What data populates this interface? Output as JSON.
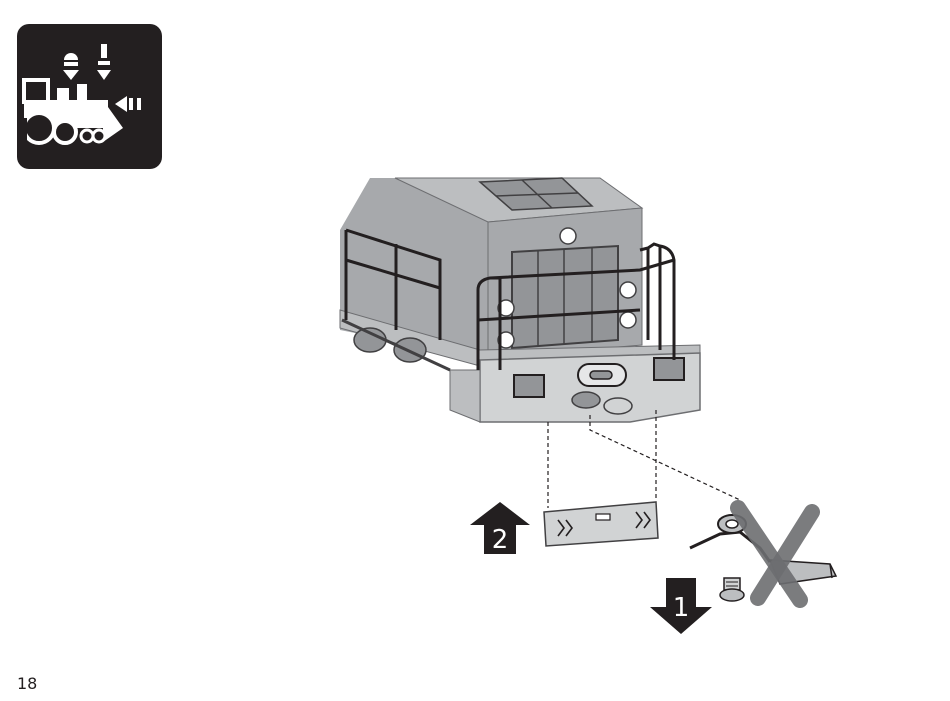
{
  "page": {
    "number": "18"
  },
  "header_icon": {
    "name": "locomotive-maintenance-icon"
  },
  "steps": [
    {
      "number": "2",
      "direction": "up"
    },
    {
      "number": "1",
      "direction": "down"
    }
  ],
  "colors": {
    "ink": "#231f20",
    "body_gray": "#a7a9ac",
    "light_gray": "#d1d3d4",
    "dark_gray": "#6d6e71"
  }
}
